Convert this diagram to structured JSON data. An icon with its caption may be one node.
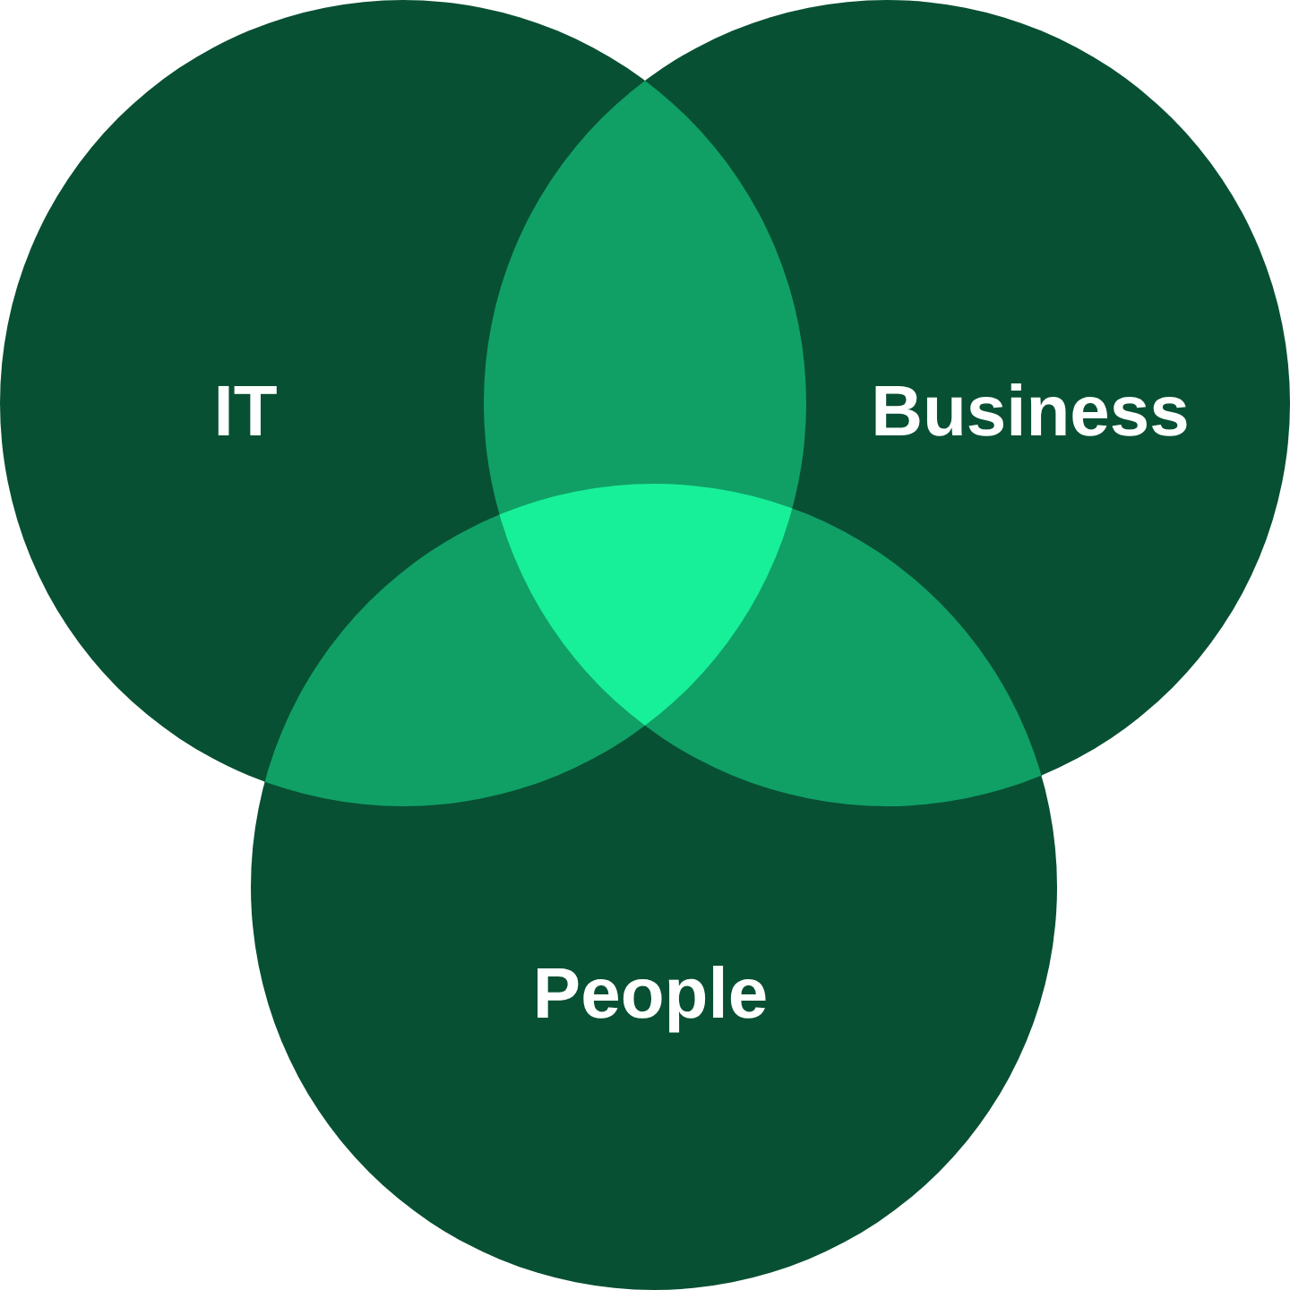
{
  "diagram": {
    "nodes": [
      {
        "text": [
          "IT"
        ]
      },
      {
        "text": [
          "Business"
        ]
      },
      {
        "text": [
          "People"
        ]
      }
    ]
  }
}
